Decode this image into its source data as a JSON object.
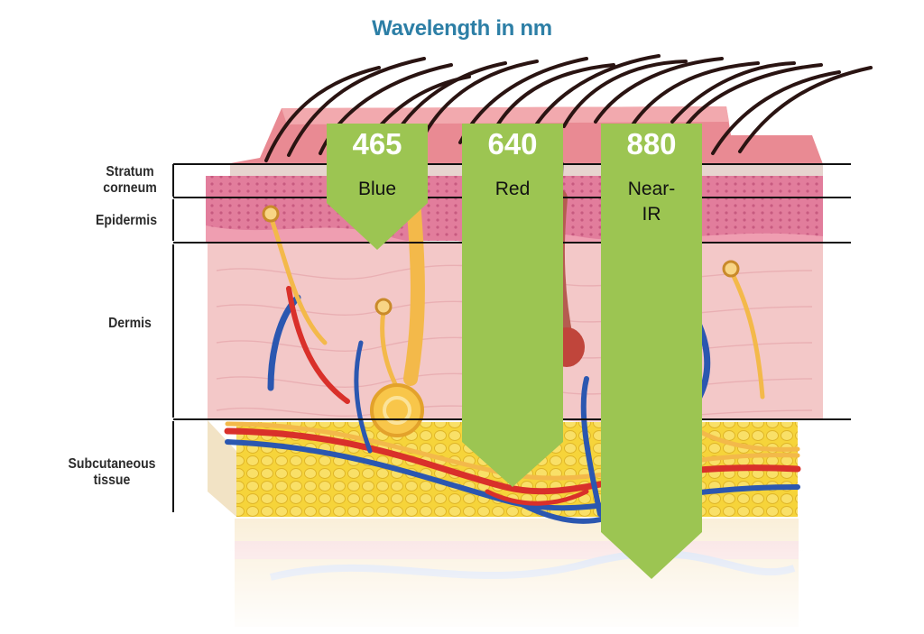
{
  "title": "Wavelength in nm",
  "layers": [
    {
      "label": "Stratum corneum"
    },
    {
      "label": "Epidermis"
    },
    {
      "label": "Dermis"
    },
    {
      "label": "Subcutaneous tissue"
    }
  ],
  "wavelengths": [
    {
      "value": "465",
      "name": "Blue"
    },
    {
      "value": "640",
      "name": "Red"
    },
    {
      "value": "880",
      "name": "Near-IR"
    }
  ],
  "colors": {
    "title": "#2d7fa6",
    "arrow": "#9cc552",
    "skin_top": "#e98a93",
    "epidermis": "#e47d9a",
    "dermis": "#f3c8c8",
    "fat": "#f6d43a",
    "artery": "#d9302a",
    "vein": "#2b57b0",
    "nerve": "#f3b94a",
    "hair": "#2a1412"
  }
}
